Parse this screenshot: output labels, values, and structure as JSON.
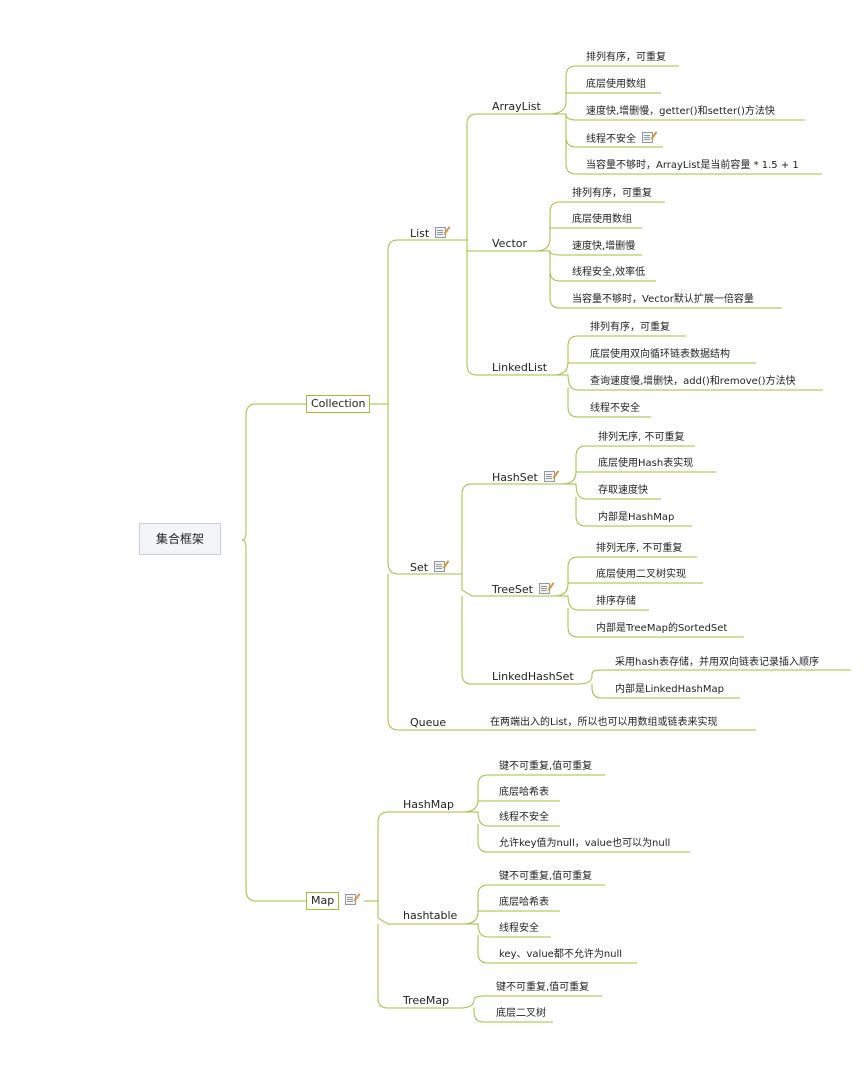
{
  "root": "集合框架",
  "collection": {
    "label": "Collection",
    "list": {
      "label": "List",
      "arraylist": {
        "label": "ArrayList",
        "items": [
          "排列有序，可重复",
          "底层使用数组",
          "速度快,增删慢，getter()和setter()方法快",
          "线程不安全",
          "当容量不够时，ArrayList是当前容量 * 1.5 + 1"
        ]
      },
      "vector": {
        "label": "Vector",
        "items": [
          "排列有序，可重复",
          "底层使用数组",
          "速度快,增删慢",
          "线程安全,效率低",
          "当容量不够时，Vector默认扩展一倍容量"
        ]
      },
      "linkedlist": {
        "label": "LinkedList",
        "items": [
          "排列有序，可重复",
          "底层使用双向循环链表数据结构",
          "查询速度慢,增删快，add()和remove()方法快",
          "线程不安全"
        ]
      }
    },
    "set": {
      "label": "Set",
      "hashset": {
        "label": "HashSet",
        "items": [
          "排列无序, 不可重复",
          "底层使用Hash表实现",
          "存取速度快",
          "内部是HashMap"
        ]
      },
      "treeset": {
        "label": "TreeSet",
        "items": [
          "排列无序, 不可重复",
          "底层使用二叉树实现",
          "排序存储",
          "内部是TreeMap的SortedSet"
        ]
      },
      "linkedhashset": {
        "label": "LinkedHashSet",
        "items": [
          "采用hash表存储，并用双向链表记录插入顺序",
          "内部是LinkedHashMap"
        ]
      }
    },
    "queue": {
      "label": "Queue",
      "desc": "在两端出入的List，所以也可以用数组或链表来实现"
    }
  },
  "map": {
    "label": "Map",
    "hashmap": {
      "label": "HashMap",
      "items": [
        "键不可重复,值可重复",
        "底层哈希表",
        "线程不安全",
        "允许key值为null，value也可以为null"
      ]
    },
    "hashtable": {
      "label": "hashtable",
      "items": [
        "键不可重复,值可重复",
        "底层哈希表",
        "线程安全",
        "key、value都不允许为null"
      ]
    },
    "treemap": {
      "label": "TreeMap",
      "items": [
        "键不可重复,值可重复",
        "底层二叉树"
      ]
    }
  },
  "colors": {
    "line": "#9cc23c",
    "root_border": "#c9cfd6",
    "text": "#222222"
  }
}
